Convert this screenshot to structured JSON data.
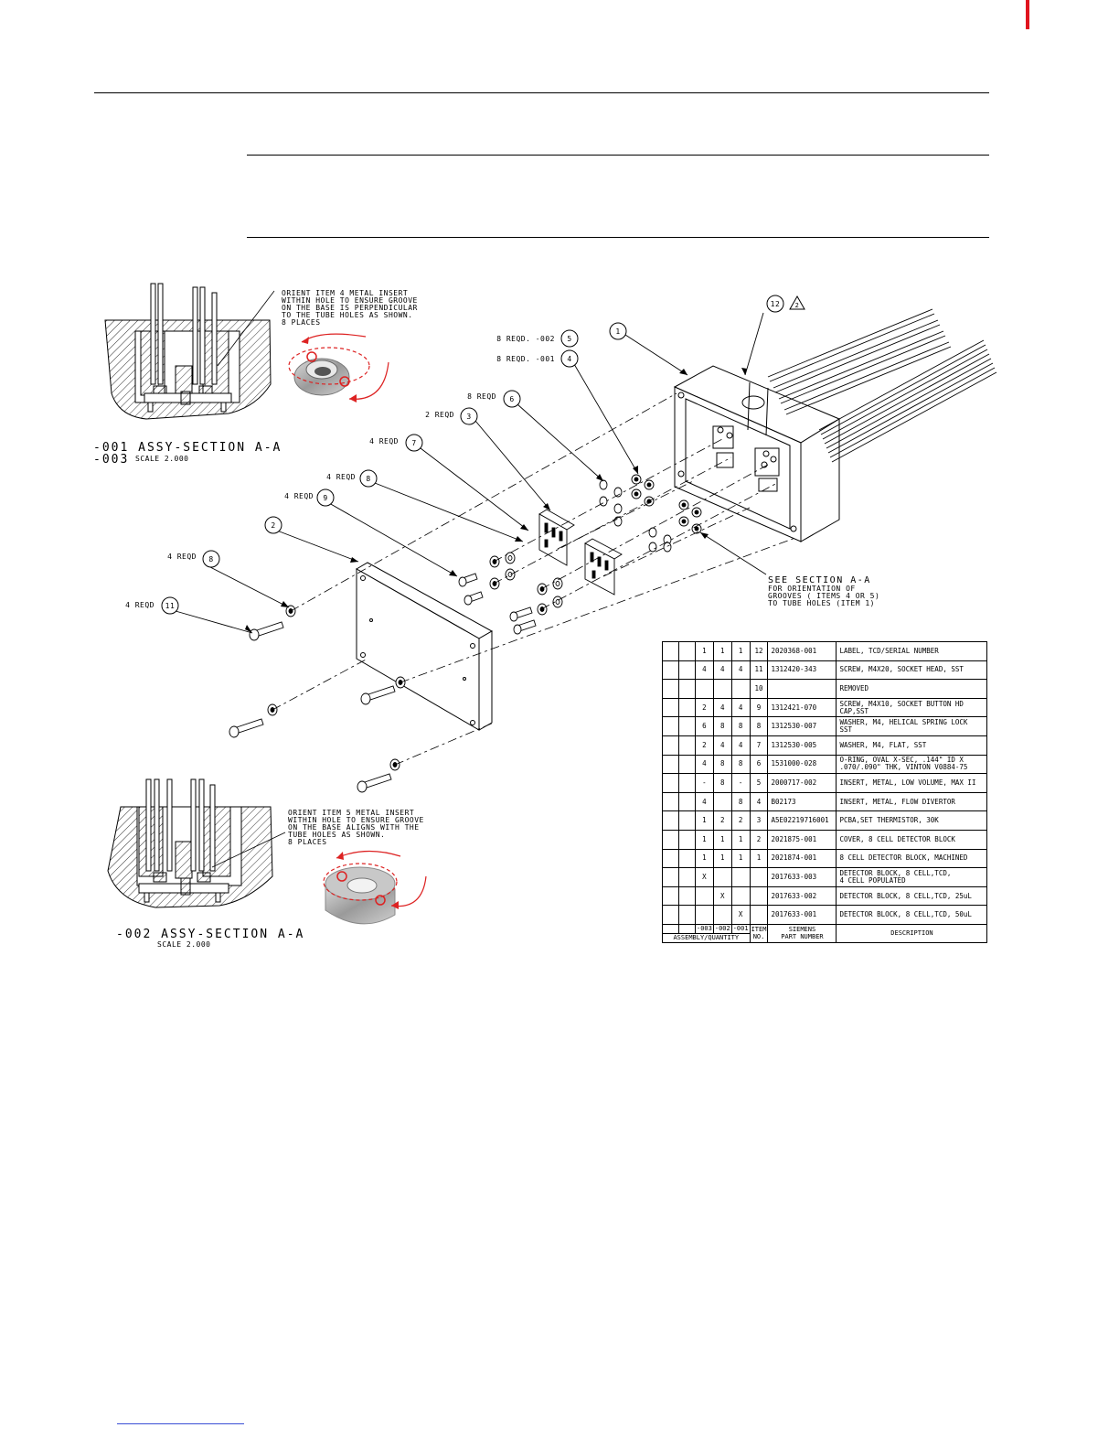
{
  "section_a": {
    "title_line1": "-001 ASSY-SECTION  A-A",
    "title_line2": "-003",
    "scale": "SCALE  2.000",
    "note": [
      "ORIENT ITEM 4 METAL INSERT",
      "WITHIN HOLE TO ENSURE GROOVE",
      "ON THE BASE IS PERPENDICULAR",
      "TO THE TUBE HOLES AS SHOWN.",
      "8 PLACES"
    ]
  },
  "section_b": {
    "title": "-002 ASSY-SECTION  A-A",
    "scale": "SCALE  2.000",
    "note": [
      "ORIENT ITEM 5 METAL INSERT",
      "WITHIN HOLE TO ENSURE GROOVE",
      "ON THE BASE ALIGNS WITH THE",
      "TUBE HOLES AS SHOWN.",
      "8 PLACES"
    ]
  },
  "callouts": {
    "c12": "12",
    "c1": "1",
    "c5": "5",
    "c5_label": "8 REQD. -002",
    "c4": "4",
    "c4_label": "8 REQD. -001",
    "c6": "6",
    "c6_label": "8 REQD",
    "c3": "3",
    "c3_label": "2 REQD",
    "c7": "7",
    "c7_label": "4 REQD",
    "c8": "8",
    "c8_label": "4 REQD",
    "c9": "9",
    "c9_label": "4 REQD",
    "c2": "2",
    "c8b": "8",
    "c8b_label": "4 REQD",
    "c11": "11",
    "c11_label": "4 REQD",
    "delta": "2"
  },
  "see_section": [
    "SEE SECTION A-A",
    "FOR ORIENTATION OF",
    "GROOVES ( ITEMS 4 OR 5)",
    "TO TUBE HOLES (ITEM 1)"
  ],
  "bom": {
    "rows": [
      {
        "q3": "1",
        "q2": "1",
        "q1": "1",
        "item": "12",
        "pn": "2020368-001",
        "desc": [
          "LABEL, TCD/SERIAL NUMBER"
        ]
      },
      {
        "q3": "4",
        "q2": "4",
        "q1": "4",
        "item": "11",
        "pn": "1312420-343",
        "desc": [
          "SCREW, M4X20, SOCKET HEAD, SST"
        ]
      },
      {
        "q3": "",
        "q2": "",
        "q1": "",
        "item": "10",
        "pn": "",
        "desc": [
          "REMOVED"
        ]
      },
      {
        "q3": "2",
        "q2": "4",
        "q1": "4",
        "item": "9",
        "pn": "1312421-070",
        "desc": [
          "SCREW, M4X10, SOCKET BUTTON HD",
          "CAP,SST"
        ]
      },
      {
        "q3": "6",
        "q2": "8",
        "q1": "8",
        "item": "8",
        "pn": "1312530-007",
        "desc": [
          "WASHER, M4, HELICAL SPRING LOCK",
          "SST"
        ]
      },
      {
        "q3": "2",
        "q2": "4",
        "q1": "4",
        "item": "7",
        "pn": "1312530-005",
        "desc": [
          "WASHER, M4, FLAT, SST"
        ]
      },
      {
        "q3": "4",
        "q2": "8",
        "q1": "8",
        "item": "6",
        "pn": "1531000-028",
        "desc": [
          "O-RING, OVAL X-SEC, .144\" ID X",
          ".070/.090\" THK, VINTON V0884-75"
        ]
      },
      {
        "q3": "-",
        "q2": "8",
        "q1": "-",
        "item": "5",
        "pn": "2000717-002",
        "desc": [
          "INSERT, METAL, LOW VOLUME, MAX II"
        ]
      },
      {
        "q3": "4",
        "q2": "",
        "q1": "8",
        "item": "4",
        "pn": "B02173",
        "desc": [
          "INSERT, METAL, FLOW DIVERTOR"
        ]
      },
      {
        "q3": "1",
        "q2": "2",
        "q1": "2",
        "item": "3",
        "pn": "A5E02219716001",
        "desc": [
          "PCBA,SET THERMISTOR, 30K"
        ]
      },
      {
        "q3": "1",
        "q2": "1",
        "q1": "1",
        "item": "2",
        "pn": "2021875-001",
        "desc": [
          "COVER, 8 CELL DETECTOR BLOCK"
        ]
      },
      {
        "q3": "1",
        "q2": "1",
        "q1": "1",
        "item": "1",
        "pn": "2021874-001",
        "desc": [
          "8 CELL DETECTOR BLOCK, MACHINED"
        ]
      },
      {
        "q3": "X",
        "q2": "",
        "q1": "",
        "item": "",
        "pn": "2017633-003",
        "desc": [
          "DETECTOR BLOCK, 8 CELL,TCD,",
          "4 CELL POPULATED"
        ]
      },
      {
        "q3": "",
        "q2": "X",
        "q1": "",
        "item": "",
        "pn": "2017633-002",
        "desc": [
          "DETECTOR BLOCK, 8 CELL,TCD, 25uL"
        ]
      },
      {
        "q3": "",
        "q2": "",
        "q1": "X",
        "item": "",
        "pn": "2017633-001",
        "desc": [
          "DETECTOR BLOCK, 8 CELL,TCD, 50uL"
        ]
      }
    ],
    "header": {
      "c3": "-003",
      "c2": "-002",
      "c1": "-001",
      "item": [
        "ITEM",
        "NO."
      ],
      "pn": [
        "SIEMENS",
        "PART NUMBER"
      ],
      "desc": "DESCRIPTION",
      "assembly": "ASSEMBLY/QUANTITY"
    }
  }
}
